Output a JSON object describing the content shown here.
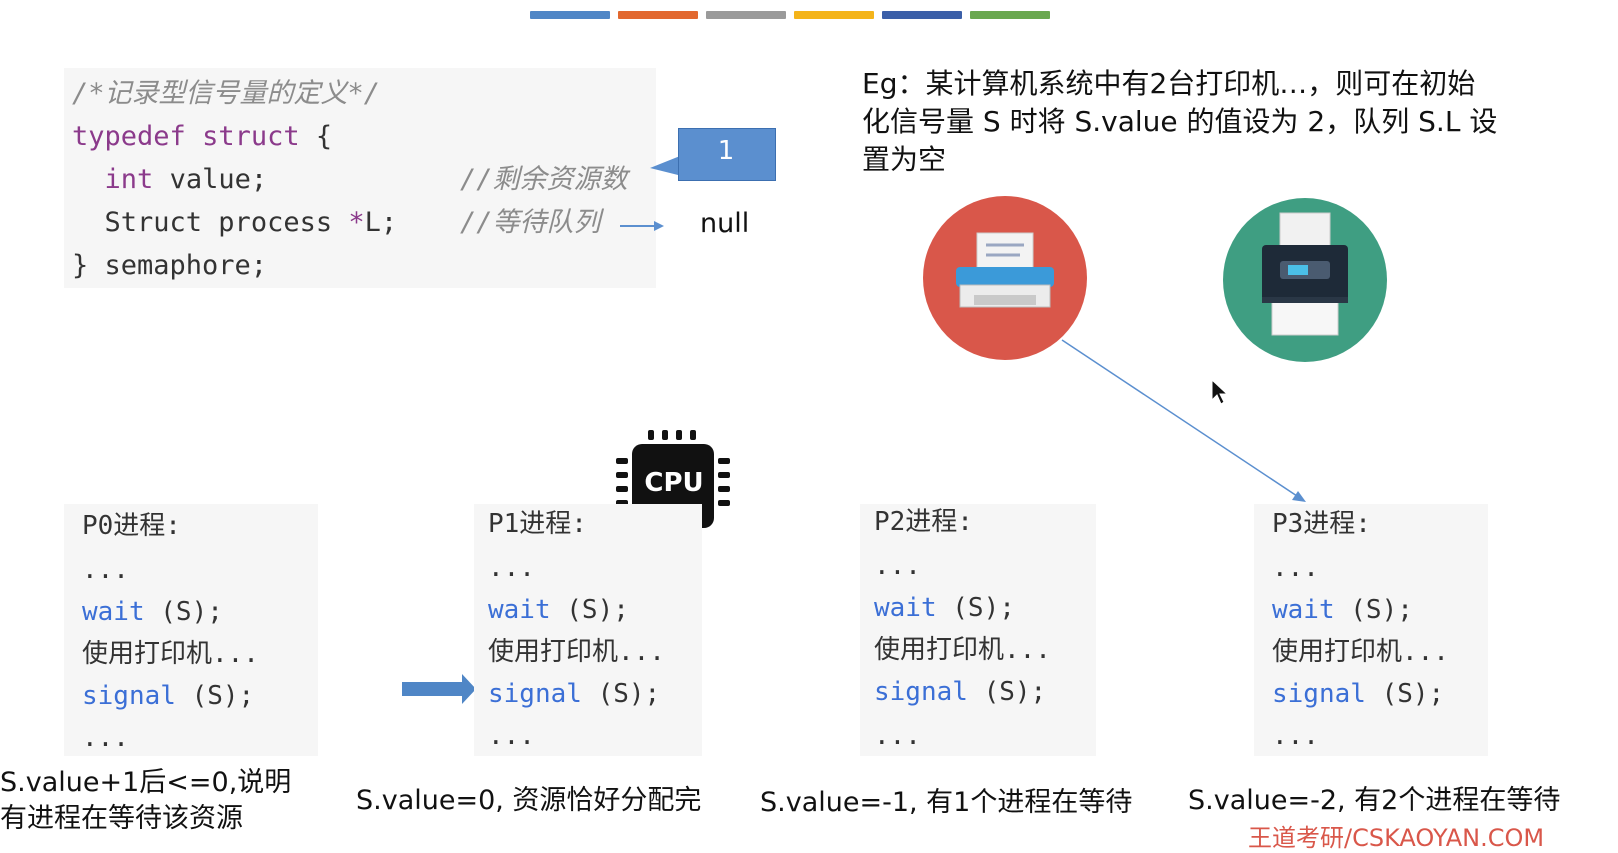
{
  "code": {
    "comment_title": "/*记录型信号量的定义*/",
    "kw_typedef": "typedef",
    "kw_struct": "struct",
    "brace_open": "{",
    "kw_int": "int",
    "field_value": "value;",
    "comment_value": "//剩余资源数",
    "field_struct": "Struct process ",
    "star": "*",
    "field_L": "L;",
    "comment_queue": "//等待队列",
    "closing": "} semaphore;"
  },
  "value_box": "1",
  "null_label": "null",
  "example_text": [
    "Eg：某计算机系统中有2台打印机…，则可在初始",
    "化信号量 S 时将 S.value 的值设为 2，队列 S.L 设",
    "置为空"
  ],
  "cpu_label": "CPU",
  "processes": [
    {
      "title": "P0进程:",
      "dots1": "...",
      "wait_kw": "wait",
      "wait_arg": " (S);",
      "use": "使用打印机...",
      "signal_kw": "signal",
      "signal_arg": " (S);",
      "dots2": "..."
    },
    {
      "title": "P1进程:",
      "dots1": "...",
      "wait_kw": "wait",
      "wait_arg": " (S);",
      "use": "使用打印机...",
      "signal_kw": "signal",
      "signal_arg": " (S);",
      "dots2": "..."
    },
    {
      "title": "P2进程:",
      "dots1": "...",
      "wait_kw": "wait",
      "wait_arg": " (S);",
      "use": "使用打印机...",
      "signal_kw": "signal",
      "signal_arg": " (S);",
      "dots2": "..."
    },
    {
      "title": "P3进程:",
      "dots1": "...",
      "wait_kw": "wait",
      "wait_arg": " (S);",
      "use": "使用打印机...",
      "signal_kw": "signal",
      "signal_arg": " (S);",
      "dots2": "..."
    }
  ],
  "captions": {
    "p0_line1": "S.value+1后<=0,说明",
    "p0_line2": "有进程在等待该资源",
    "p1": "S.value=0, 资源恰好分配完",
    "p2": "S.value=-1, 有1个进程在等待",
    "p3": "S.value=-2, 有2个进程在等待"
  },
  "watermark": "王道考研/CSKAOYAN.COM",
  "colors": {
    "bar1": "#4f86c6",
    "bar2": "#e2682f",
    "bar3": "#9a9a9a",
    "bar4": "#f4b41a",
    "bar5": "#3b5fa8",
    "bar6": "#6aa84f",
    "printer1_bg": "#d9574a",
    "printer2_bg": "#3f9e82",
    "accent_blue": "#3b6fd6",
    "box_blue": "#5b8fcf"
  }
}
